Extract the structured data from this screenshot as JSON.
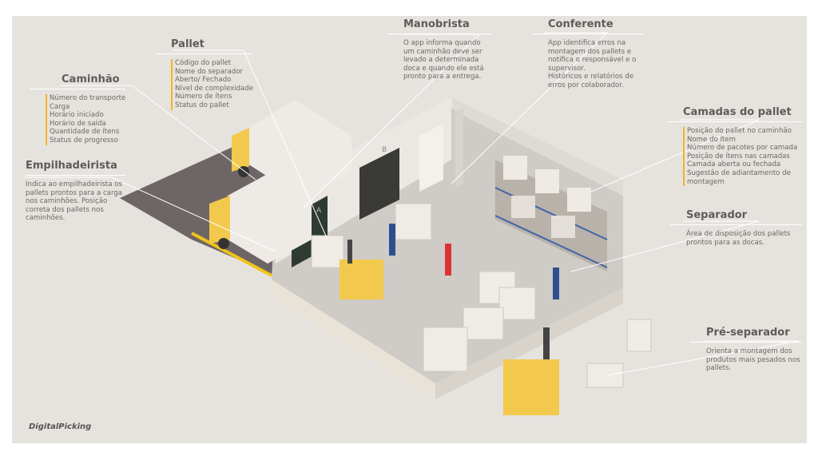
{
  "colors": {
    "background": "#e6e3de",
    "accent": "#f0b429",
    "road": "#6e6666",
    "floor": "#cfcbc6",
    "wall": "#ebe8e3"
  },
  "labels": {
    "pallet": {
      "title": "Pallet",
      "items": [
        "Código do pallet",
        "Nome do separador",
        "Aberto/ Fechado",
        "Nível de complexidade",
        "Número de ítens",
        "Status do pallet"
      ]
    },
    "caminhao": {
      "title": "Caminhão",
      "items": [
        "Número do transporte",
        "Carga",
        "Horário iniciado",
        "Horário de saída",
        "Quantidade de ítens",
        "Status de progresso"
      ]
    },
    "empilhadeirista": {
      "title": "Empilhadeirista",
      "text": "Indica ao empilhadeirista os pallets prontos para a carga nos caminhões. Posição correta dos pallets nos caminhões."
    },
    "manobrista": {
      "title": "Manobrista",
      "text": "O app informa quando um caminhão deve ser levado a determinada doca e quando ele está pronto para a entrega."
    },
    "conferente": {
      "title": "Conferente",
      "text": "App identifica erros na montagem dos pallets e notifica o responsável e o supervisor.",
      "text2": "Históricos e relatórios de erros por colaborador."
    },
    "camadas": {
      "title": "Camadas do pallet",
      "items": [
        "Posição do pallet no caminhão",
        "Nome do ítem",
        "Número de pacotes por camada",
        "Posição de ítens nas camadas",
        "Camada aberta ou fechada",
        "Sugestão de adiantamento de montagem"
      ]
    },
    "separador": {
      "title": "Separador",
      "text": "Área de disposição dos pallets prontos para as docas."
    },
    "pre_separador": {
      "title": "Pré-separador",
      "text": "Orienta a montagem dos produtos mais pesados nos pallets."
    }
  },
  "scene": {
    "dock_a": "A",
    "dock_b": "B"
  },
  "logo": "DigitalPicking"
}
